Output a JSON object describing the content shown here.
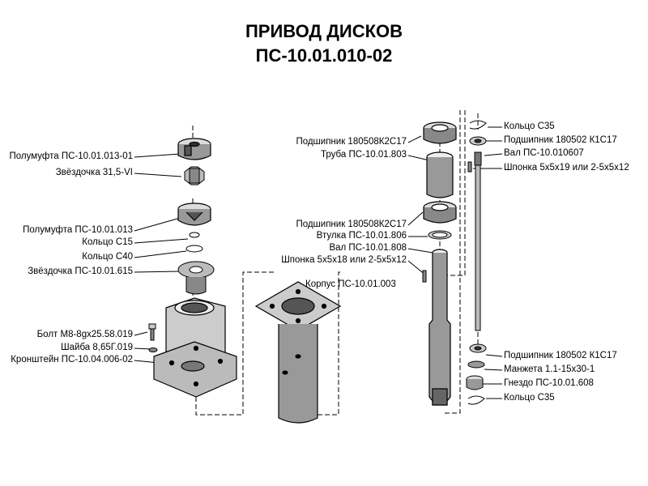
{
  "title_line1": "ПРИВОД ДИСКОВ",
  "title_line2": "ПС-10.01.010-02",
  "labels": {
    "poluмufta_013_01": "Полумуфта ПС-10.01.013-01",
    "zvezdochka_31_5": "Звёздочка 31,5-VI",
    "polumufta_013": "Полумуфта ПС-10.01.013",
    "koltso_c15": "Кольцо С15",
    "koltso_c40": "Кольцо С40",
    "zvezdochka_615": "Звёздочка ПС-10.01.615",
    "bolt": "Болт М8-8gх25.58.019",
    "shaiba": "Шайба 8,65Г.019",
    "kronshtein": "Кронштейн ПС-10.04.006-02",
    "korpus": "Корпус ПС-10.01.003",
    "podshipnik_top": "Подшипник 180508К2С17",
    "truba": "Труба ПС-10.01.803",
    "podshipnik_mid": "Подшипник 180508К2С17",
    "vtulka": "Втулка ПС-10.01.806",
    "val_808": "Вал ПС-10.01.808",
    "shponka_5x5x18": "Шпонка 5х5х18 или 2-5х5х12",
    "koltso_c35_top": "Кольцо С35",
    "podshipnik_180502_top": "Подшипник 180502 К1С17",
    "val_010607": "Вал ПС-10.010607",
    "shponka_5x5x19": "Шпонка 5х5х19 или 2-5х5х12",
    "podshipnik_180502_bot": "Подшипник 180502 К1С17",
    "manzheta": "Манжета 1.1-15х30-1",
    "gnezdo": "Гнездо ПС-10.01.608",
    "koltso_c35_bot": "Кольцо С35"
  }
}
